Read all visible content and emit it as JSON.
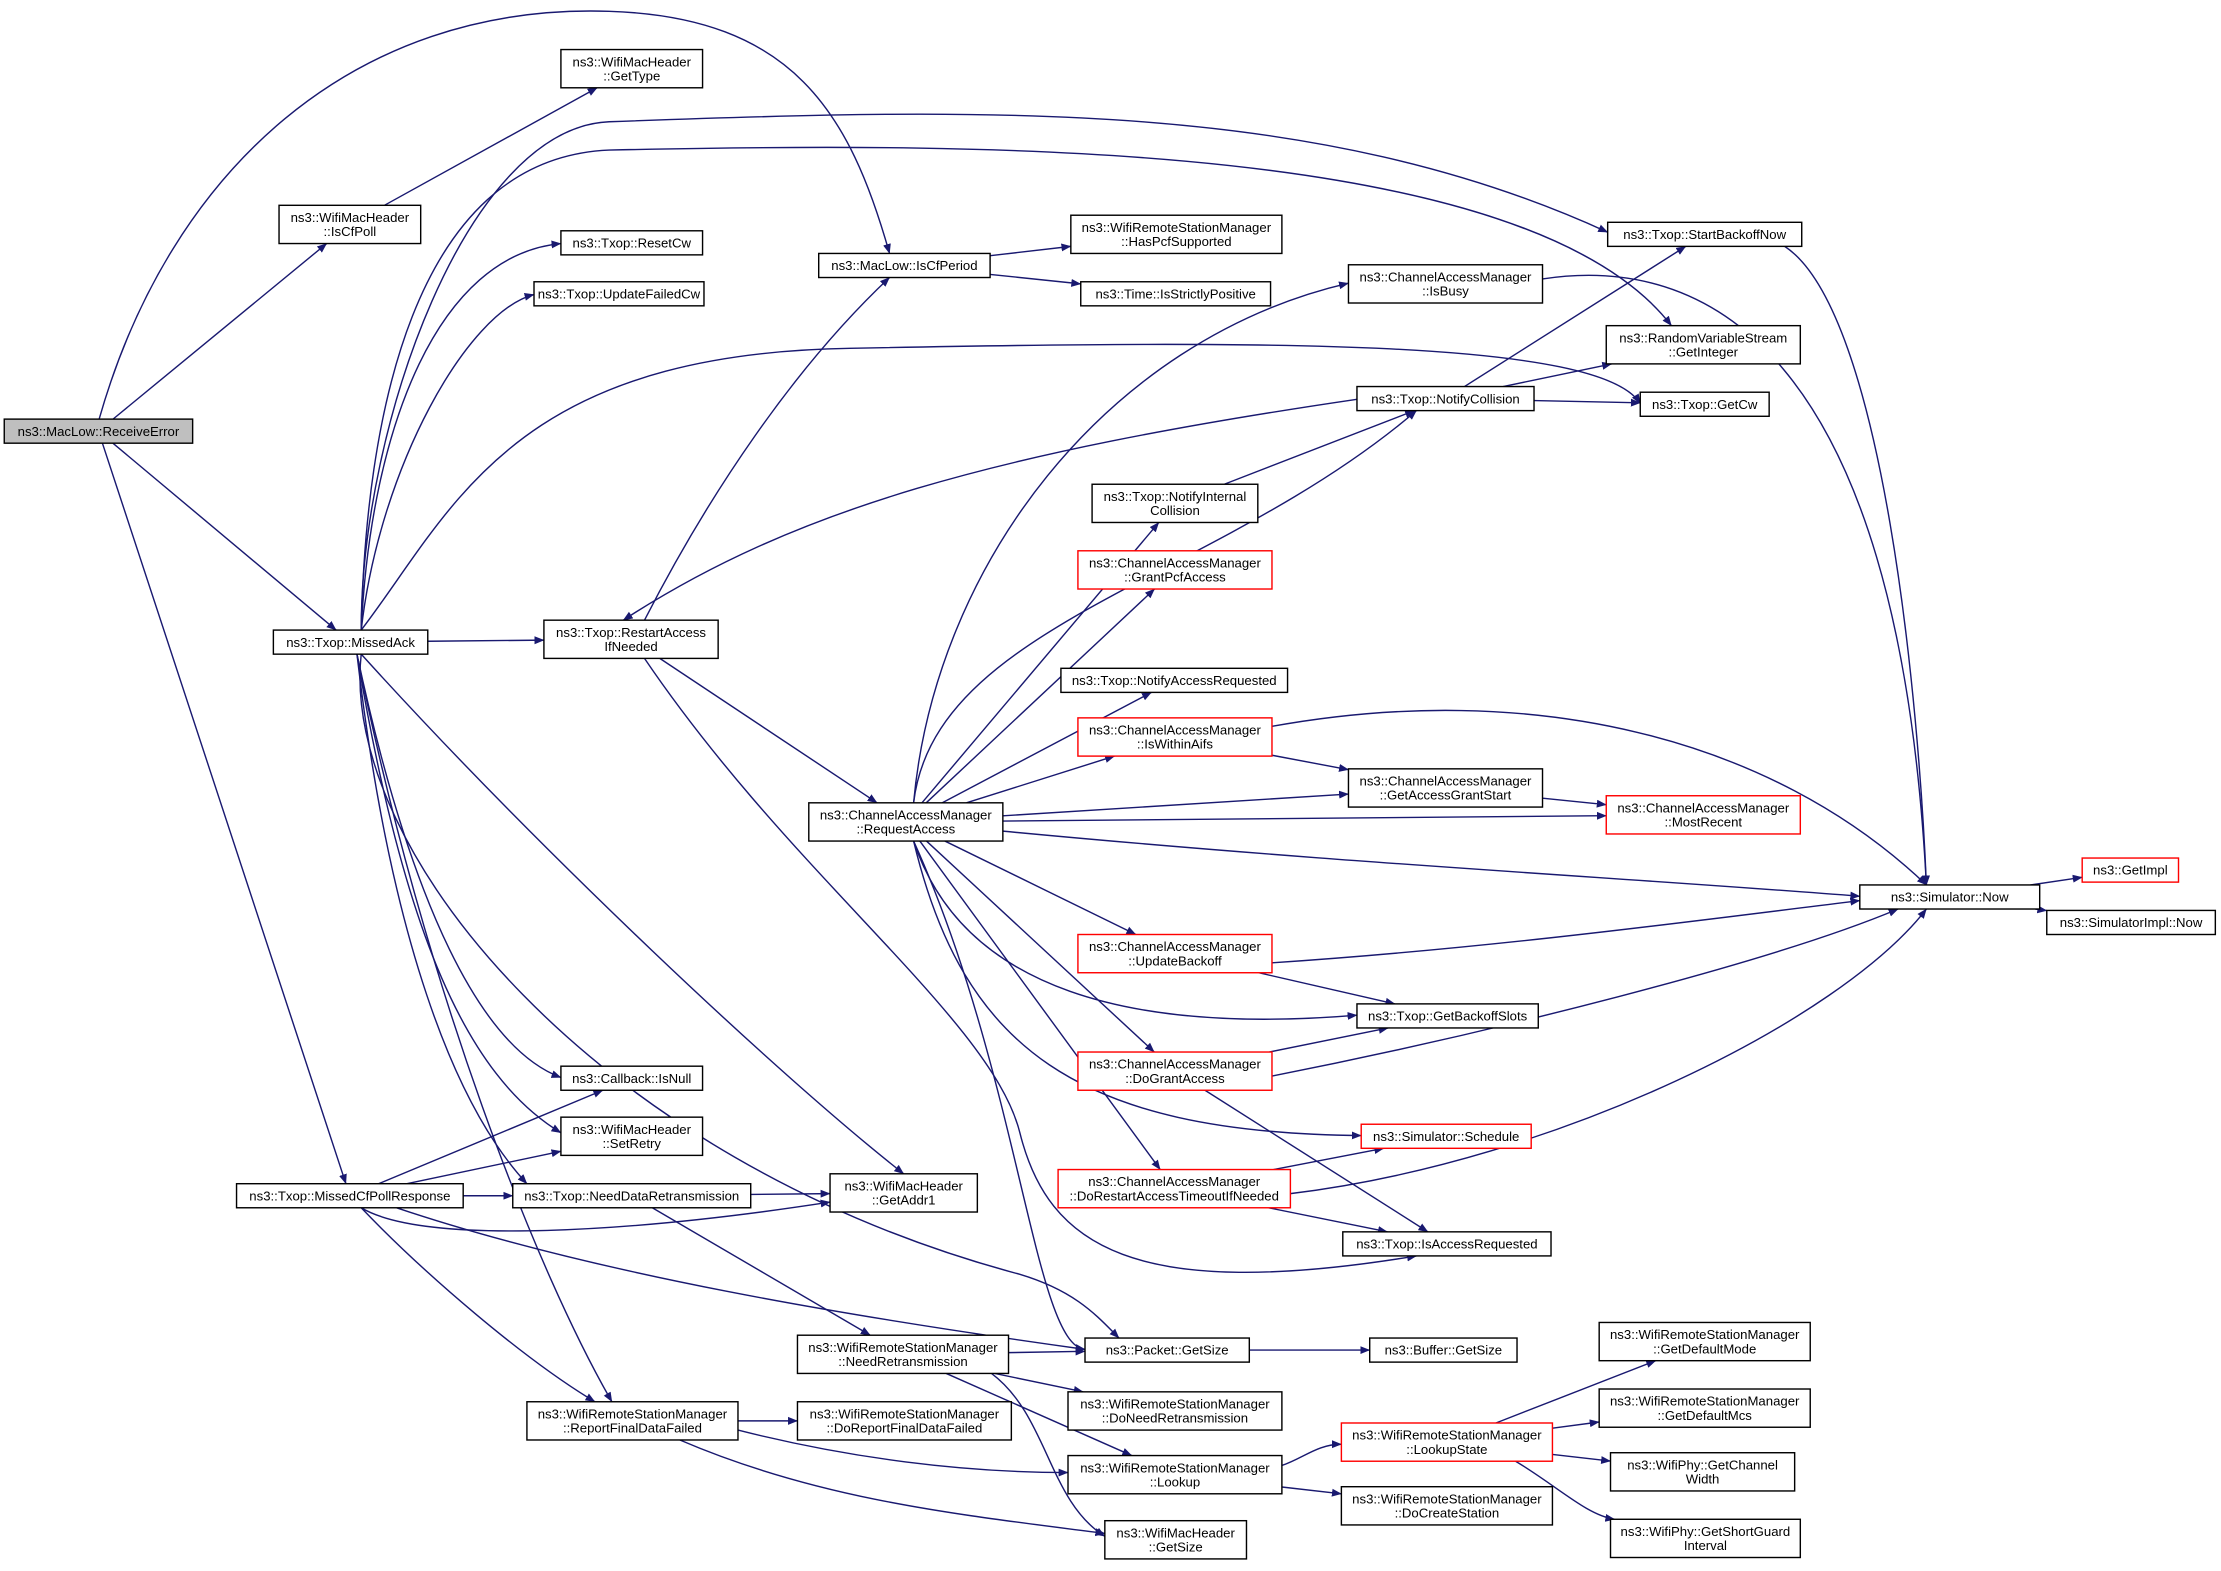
{
  "graph": {
    "root": "n0",
    "nodes": [
      {
        "id": "n0",
        "lines": [
          "ns3::MacLow::ReceiveError"
        ],
        "style": "root"
      },
      {
        "id": "n1",
        "lines": [
          "ns3::WifiMacHeader",
          "::GetType"
        ],
        "style": "normal"
      },
      {
        "id": "n2",
        "lines": [
          "ns3::WifiMacHeader",
          "::IsCfPoll"
        ],
        "style": "normal"
      },
      {
        "id": "n3",
        "lines": [
          "ns3::Txop::ResetCw"
        ],
        "style": "normal"
      },
      {
        "id": "n4",
        "lines": [
          "ns3::Txop::UpdateFailedCw"
        ],
        "style": "normal"
      },
      {
        "id": "n5",
        "lines": [
          "ns3::MacLow::IsCfPeriod"
        ],
        "style": "normal"
      },
      {
        "id": "n6",
        "lines": [
          "ns3::WifiRemoteStationManager",
          "::HasPcfSupported"
        ],
        "style": "normal"
      },
      {
        "id": "n7",
        "lines": [
          "ns3::Time::IsStrictlyPositive"
        ],
        "style": "normal"
      },
      {
        "id": "n8",
        "lines": [
          "ns3::Txop::StartBackoffNow"
        ],
        "style": "normal"
      },
      {
        "id": "n9",
        "lines": [
          "ns3::ChannelAccessManager",
          "::IsBusy"
        ],
        "style": "normal"
      },
      {
        "id": "n10",
        "lines": [
          "ns3::RandomVariableStream",
          "::GetInteger"
        ],
        "style": "normal"
      },
      {
        "id": "n11",
        "lines": [
          "ns3::Txop::NotifyCollision"
        ],
        "style": "normal"
      },
      {
        "id": "n12",
        "lines": [
          "ns3::Txop::GetCw"
        ],
        "style": "normal"
      },
      {
        "id": "n13",
        "lines": [
          "ns3::Txop::NotifyInternal",
          "Collision"
        ],
        "style": "normal"
      },
      {
        "id": "n14",
        "lines": [
          "ns3::ChannelAccessManager",
          "::GrantPcfAccess"
        ],
        "style": "truncated"
      },
      {
        "id": "n15",
        "lines": [
          "ns3::Txop::MissedAck"
        ],
        "style": "normal"
      },
      {
        "id": "n16",
        "lines": [
          "ns3::Txop::RestartAccess",
          "IfNeeded"
        ],
        "style": "normal"
      },
      {
        "id": "n17",
        "lines": [
          "ns3::Txop::NotifyAccessRequested"
        ],
        "style": "normal"
      },
      {
        "id": "n18",
        "lines": [
          "ns3::ChannelAccessManager",
          "::IsWithinAifs"
        ],
        "style": "truncated"
      },
      {
        "id": "n19",
        "lines": [
          "ns3::ChannelAccessManager",
          "::RequestAccess"
        ],
        "style": "normal"
      },
      {
        "id": "n20",
        "lines": [
          "ns3::ChannelAccessManager",
          "::GetAccessGrantStart"
        ],
        "style": "normal"
      },
      {
        "id": "n21",
        "lines": [
          "ns3::ChannelAccessManager",
          "::MostRecent"
        ],
        "style": "truncated"
      },
      {
        "id": "n22",
        "lines": [
          "ns3::GetImpl"
        ],
        "style": "truncated"
      },
      {
        "id": "n23",
        "lines": [
          "ns3::Simulator::Now"
        ],
        "style": "normal"
      },
      {
        "id": "n24",
        "lines": [
          "ns3::SimulatorImpl::Now"
        ],
        "style": "normal"
      },
      {
        "id": "n25",
        "lines": [
          "ns3::ChannelAccessManager",
          "::UpdateBackoff"
        ],
        "style": "truncated"
      },
      {
        "id": "n26",
        "lines": [
          "ns3::Txop::GetBackoffSlots"
        ],
        "style": "normal"
      },
      {
        "id": "n27",
        "lines": [
          "ns3::ChannelAccessManager",
          "::DoGrantAccess"
        ],
        "style": "truncated"
      },
      {
        "id": "n28",
        "lines": [
          "ns3::Callback::IsNull"
        ],
        "style": "normal"
      },
      {
        "id": "n29",
        "lines": [
          "ns3::WifiMacHeader",
          "::SetRetry"
        ],
        "style": "normal"
      },
      {
        "id": "n30",
        "lines": [
          "ns3::Simulator::Schedule"
        ],
        "style": "truncated"
      },
      {
        "id": "n31",
        "lines": [
          "ns3::Txop::MissedCfPollResponse"
        ],
        "style": "normal"
      },
      {
        "id": "n32",
        "lines": [
          "ns3::Txop::NeedDataRetransmission"
        ],
        "style": "normal"
      },
      {
        "id": "n33",
        "lines": [
          "ns3::WifiMacHeader",
          "::GetAddr1"
        ],
        "style": "normal"
      },
      {
        "id": "n34",
        "lines": [
          "ns3::ChannelAccessManager",
          "::DoRestartAccessTimeoutIfNeeded"
        ],
        "style": "truncated"
      },
      {
        "id": "n35",
        "lines": [
          "ns3::Txop::IsAccessRequested"
        ],
        "style": "normal"
      },
      {
        "id": "n36",
        "lines": [
          "ns3::WifiRemoteStationManager",
          "::GetDefaultMode"
        ],
        "style": "normal"
      },
      {
        "id": "n37",
        "lines": [
          "ns3::WifiRemoteStationManager",
          "::NeedRetransmission"
        ],
        "style": "normal"
      },
      {
        "id": "n38",
        "lines": [
          "ns3::Packet::GetSize"
        ],
        "style": "normal"
      },
      {
        "id": "n39",
        "lines": [
          "ns3::Buffer::GetSize"
        ],
        "style": "normal"
      },
      {
        "id": "n40",
        "lines": [
          "ns3::WifiRemoteStationManager",
          "::GetDefaultMcs"
        ],
        "style": "normal"
      },
      {
        "id": "n41",
        "lines": [
          "ns3::WifiRemoteStationManager",
          "::DoNeedRetransmission"
        ],
        "style": "normal"
      },
      {
        "id": "n42",
        "lines": [
          "ns3::WifiRemoteStationManager",
          "::ReportFinalDataFailed"
        ],
        "style": "normal"
      },
      {
        "id": "n43",
        "lines": [
          "ns3::WifiRemoteStationManager",
          "::DoReportFinalDataFailed"
        ],
        "style": "normal"
      },
      {
        "id": "n44",
        "lines": [
          "ns3::WifiRemoteStationManager",
          "::LookupState"
        ],
        "style": "truncated"
      },
      {
        "id": "n45",
        "lines": [
          "ns3::WifiPhy::GetChannel",
          "Width"
        ],
        "style": "normal"
      },
      {
        "id": "n46",
        "lines": [
          "ns3::WifiRemoteStationManager",
          "::Lookup"
        ],
        "style": "normal"
      },
      {
        "id": "n47",
        "lines": [
          "ns3::WifiRemoteStationManager",
          "::DoCreateStation"
        ],
        "style": "normal"
      },
      {
        "id": "n48",
        "lines": [
          "ns3::WifiMacHeader",
          "::GetSize"
        ],
        "style": "normal"
      },
      {
        "id": "n49",
        "lines": [
          "ns3::WifiPhy::GetShortGuard",
          "Interval"
        ],
        "style": "normal"
      }
    ],
    "edges": [
      [
        "n0",
        "n5"
      ],
      [
        "n0",
        "n2"
      ],
      [
        "n0",
        "n15"
      ],
      [
        "n0",
        "n31"
      ],
      [
        "n2",
        "n1"
      ],
      [
        "n15",
        "n3"
      ],
      [
        "n15",
        "n4"
      ],
      [
        "n15",
        "n8"
      ],
      [
        "n15",
        "n10"
      ],
      [
        "n15",
        "n12"
      ],
      [
        "n15",
        "n16"
      ],
      [
        "n15",
        "n28"
      ],
      [
        "n15",
        "n29"
      ],
      [
        "n15",
        "n32"
      ],
      [
        "n15",
        "n33"
      ],
      [
        "n15",
        "n38"
      ],
      [
        "n15",
        "n42"
      ],
      [
        "n5",
        "n6"
      ],
      [
        "n5",
        "n7"
      ],
      [
        "n16",
        "n5"
      ],
      [
        "n16",
        "n19"
      ],
      [
        "n16",
        "n35"
      ],
      [
        "n11",
        "n16"
      ],
      [
        "n11",
        "n8"
      ],
      [
        "n11",
        "n10"
      ],
      [
        "n11",
        "n12"
      ],
      [
        "n13",
        "n11"
      ],
      [
        "n8",
        "n23"
      ],
      [
        "n9",
        "n23"
      ],
      [
        "n19",
        "n9"
      ],
      [
        "n19",
        "n13"
      ],
      [
        "n19",
        "n14"
      ],
      [
        "n19",
        "n11"
      ],
      [
        "n19",
        "n17"
      ],
      [
        "n19",
        "n18"
      ],
      [
        "n19",
        "n20"
      ],
      [
        "n19",
        "n21"
      ],
      [
        "n19",
        "n23"
      ],
      [
        "n19",
        "n25"
      ],
      [
        "n19",
        "n26"
      ],
      [
        "n19",
        "n27"
      ],
      [
        "n19",
        "n30"
      ],
      [
        "n19",
        "n34"
      ],
      [
        "n19",
        "n38"
      ],
      [
        "n18",
        "n20"
      ],
      [
        "n18",
        "n23"
      ],
      [
        "n20",
        "n21"
      ],
      [
        "n23",
        "n22"
      ],
      [
        "n23",
        "n24"
      ],
      [
        "n25",
        "n23"
      ],
      [
        "n25",
        "n26"
      ],
      [
        "n27",
        "n26"
      ],
      [
        "n27",
        "n23"
      ],
      [
        "n27",
        "n35"
      ],
      [
        "n34",
        "n30"
      ],
      [
        "n34",
        "n35"
      ],
      [
        "n34",
        "n23"
      ],
      [
        "n31",
        "n28"
      ],
      [
        "n31",
        "n29"
      ],
      [
        "n31",
        "n32"
      ],
      [
        "n31",
        "n33"
      ],
      [
        "n31",
        "n38"
      ],
      [
        "n31",
        "n42"
      ],
      [
        "n32",
        "n33"
      ],
      [
        "n32",
        "n37"
      ],
      [
        "n37",
        "n38"
      ],
      [
        "n37",
        "n41"
      ],
      [
        "n37",
        "n46"
      ],
      [
        "n37",
        "n48"
      ],
      [
        "n38",
        "n39"
      ],
      [
        "n42",
        "n43"
      ],
      [
        "n42",
        "n46"
      ],
      [
        "n42",
        "n48"
      ],
      [
        "n46",
        "n44"
      ],
      [
        "n46",
        "n47"
      ],
      [
        "n44",
        "n36"
      ],
      [
        "n44",
        "n40"
      ],
      [
        "n44",
        "n45"
      ],
      [
        "n44",
        "n49"
      ]
    ]
  },
  "colors": {
    "edge": "#191970",
    "node_border": "#000000",
    "truncated_border": "#ff0000",
    "root_fill": "#bfbfbf",
    "node_fill": "#ffffff",
    "text": "#000000"
  }
}
